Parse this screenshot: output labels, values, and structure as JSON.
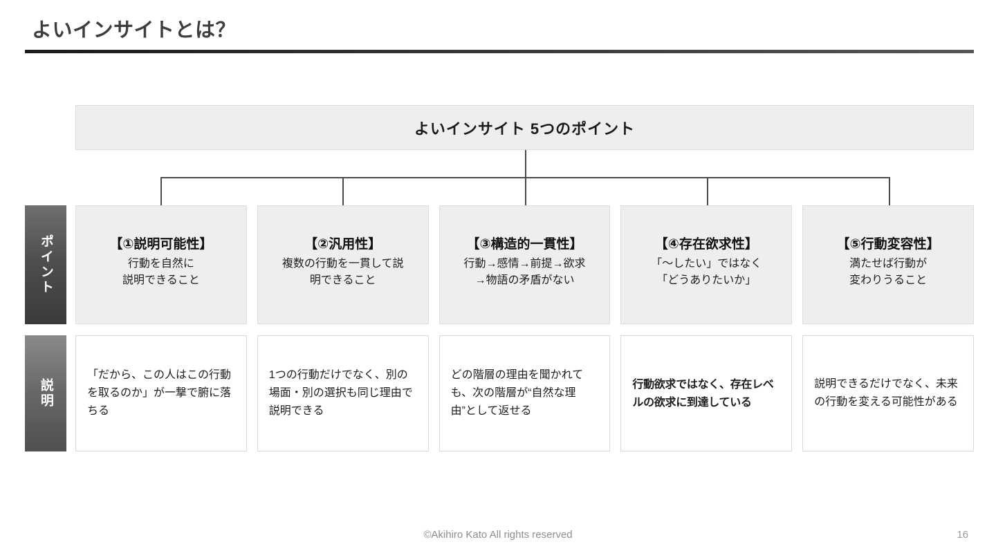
{
  "slide": {
    "title": "よいインサイトとは？",
    "header_box_label": "よいインサイト 5つのポイント"
  },
  "row_labels": {
    "points": "ポイント",
    "explanation": "説明"
  },
  "points": [
    {
      "title": "【①説明可能性】",
      "body_line1": "行動を自然に",
      "body_line2": "説明できること"
    },
    {
      "title": "【②汎用性】",
      "body_line1": "複数の行動を一貫して説",
      "body_line2": "明できること"
    },
    {
      "title": "【③構造的一貫性】",
      "body_line1": "行動→感情→前提→欲求",
      "body_line2": "→物語の矛盾がない"
    },
    {
      "title": "【④存在欲求性】",
      "body_line1": "「〜したい」ではなく",
      "body_line2": "「どうありたいか」"
    },
    {
      "title": "【⑤行動変容性】",
      "body_line1": "満たせば行動が",
      "body_line2": "変わりうること"
    }
  ],
  "explanations": [
    {
      "text": "「だから、この人はこの行動を取るのか」が一撃で腑に落ちる"
    },
    {
      "text": "1つの行動だけでなく、別の場面・別の選択も同じ理由で説明できる"
    },
    {
      "text": "どの階層の理由を聞かれても、次の階層が“自然な理由”として返せる"
    },
    {
      "text": "行動欲求ではなく、存在レベルの欲求に到達している"
    },
    {
      "text": "説明できるだけでなく、未来の行動を変える可能性がある"
    }
  ],
  "footer": {
    "copyright": "©Akihiro Kato All rights reserved",
    "page_number": "16"
  },
  "colors": {
    "accent_rule": "#1b1b1b",
    "card_fill": "#eeeeee",
    "label_dark": "#3a3a3a",
    "text_primary": "#1a1a1a",
    "footer_text": "#8d8d8d"
  }
}
